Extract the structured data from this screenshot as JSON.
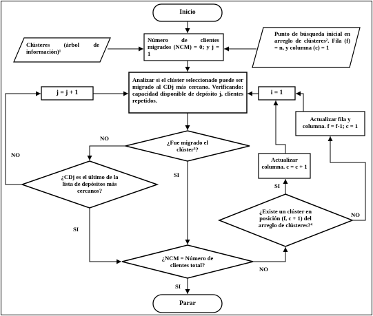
{
  "diagram": {
    "start": "Inicio",
    "end": "Parar",
    "input_clusters": "Clústeres (árbol de información)¹",
    "init_counter": "Número de clientes migrados (NCM) = 0; y j = 1",
    "search_point": "Punto de búsqueda inicial en arreglo de clústeres². Fila (f) = n, y columna (c) = 1",
    "analyze": "Analizar si el clúster seleccionado puede ser migrado al CDj más cercano. Verificando: capacidad disponible de depósito j, clientes repetidos.",
    "inc_j": "j = j + 1",
    "reset_i": "i = 1",
    "update_row_col": "Actualizar fila y columna. f = f-1; c = 1",
    "decision_migrated": "¿Fue migrado el clúster³?",
    "decision_last_depot": "¿CDj es el último de la lista de depósitos más cercanos?",
    "update_col": "Actualizar columna. c = c + 1",
    "decision_next_cluster": "¿Existe un clúster en posición (f, c + 1) del arreglo de clústeres?⁴",
    "decision_total": "¿NCM = Número de clientes total?",
    "labels": {
      "no": "NO",
      "si": "SI"
    }
  }
}
